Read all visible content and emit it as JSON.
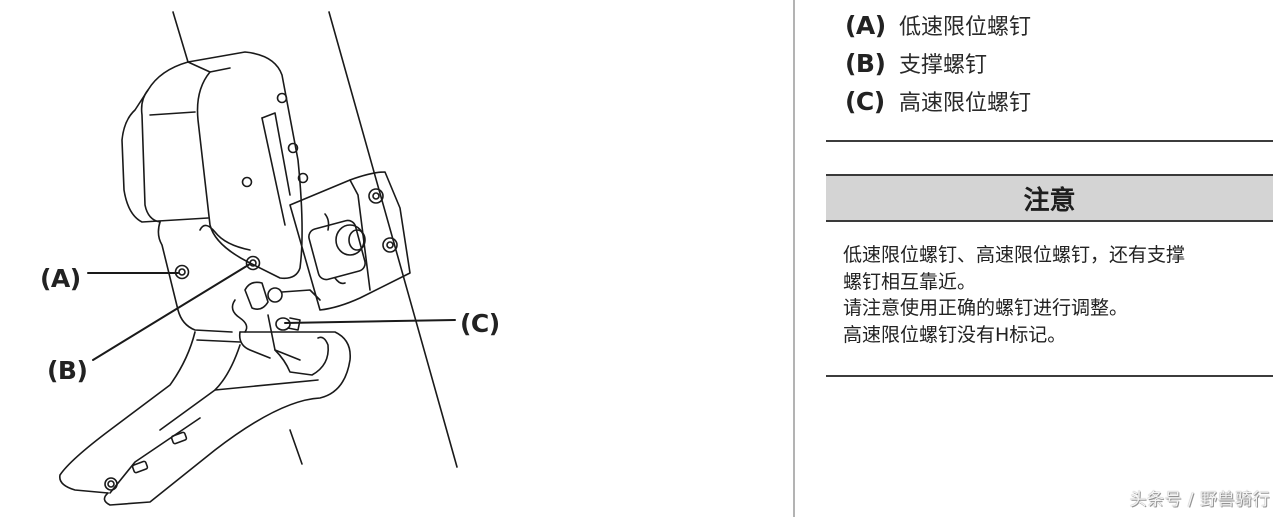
{
  "figure": {
    "callouts": [
      {
        "key": "A",
        "label": "(A)"
      },
      {
        "key": "B",
        "label": "(B)"
      },
      {
        "key": "C",
        "label": "(C)"
      }
    ]
  },
  "legend": {
    "items": [
      {
        "key": "(A)",
        "text": "低速限位螺钉"
      },
      {
        "key": "(B)",
        "text": "支撑螺钉"
      },
      {
        "key": "(C)",
        "text": "高速限位螺钉"
      }
    ]
  },
  "caution": {
    "title": "注意",
    "lines": [
      "低速限位螺钉、高速限位螺钉，还有支撑",
      "螺钉相互靠近。",
      "请注意使用正确的螺钉进行调整。",
      "高速限位螺钉没有H标记。"
    ]
  },
  "watermark": "头条号 / 野兽骑行",
  "colors": {
    "caution_header_bg": "#d4d4d4",
    "rule": "#3c3c3c",
    "divider": "#b3b3b3"
  }
}
